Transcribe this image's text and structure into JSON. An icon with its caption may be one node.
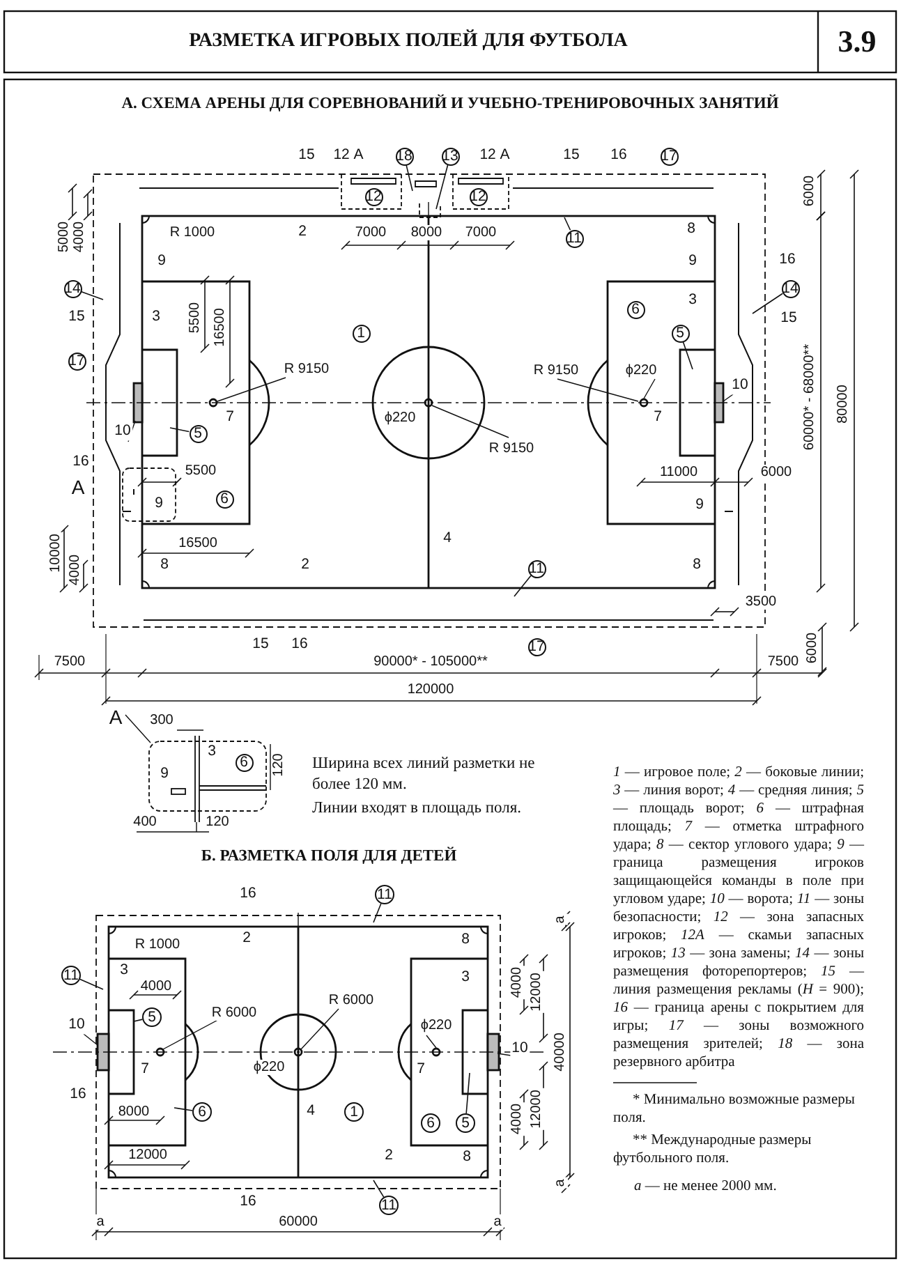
{
  "diagram": {
    "title": "РАЗМЕТКА ИГРОВЫХ ПОЛЕЙ ДЛЯ ФУТБОЛА",
    "nodes": [
      {
        "text": [
          "18"
        ]
      },
      {
        "text": [
          "13"
        ]
      },
      {
        "text": [
          "17"
        ]
      },
      {
        "text": [
          "12"
        ]
      },
      {
        "text": [
          "12"
        ]
      },
      {
        "text": [
          "11"
        ]
      },
      {
        "text": [
          "14"
        ]
      },
      {
        "text": [
          "14"
        ]
      },
      {
        "text": [
          "6"
        ]
      },
      {
        "text": [
          "1"
        ]
      },
      {
        "text": [
          "5"
        ]
      },
      {
        "text": [
          "17"
        ]
      },
      {
        "text": [
          "5"
        ]
      },
      {
        "text": [
          "6"
        ]
      },
      {
        "text": [
          "11"
        ]
      },
      {
        "text": [
          "17"
        ]
      },
      {
        "text": [
          "6"
        ]
      },
      {
        "text": [
          "11"
        ]
      },
      {
        "text": [
          "11"
        ]
      },
      {
        "text": [
          "5"
        ]
      },
      {
        "text": [
          "6"
        ]
      },
      {
        "text": [
          "1"
        ]
      },
      {
        "text": [
          "6"
        ]
      },
      {
        "text": [
          "5"
        ]
      },
      {
        "text": [
          "11"
        ]
      }
    ],
    "edges": [
      {
        "from": 0,
        "to": null,
        "arrow": "none"
      },
      {
        "from": 1,
        "to": null,
        "arrow": "none"
      },
      {
        "from": 5,
        "to": null,
        "arrow": "none"
      },
      {
        "from": 6,
        "to": null,
        "arrow": "none"
      },
      {
        "from": 7,
        "to": null,
        "arrow": "none"
      },
      {
        "from": 10,
        "to": null,
        "arrow": "none"
      },
      {
        "from": 12,
        "to": null,
        "arrow": "none"
      },
      {
        "from": 14,
        "to": null,
        "arrow": "none"
      },
      {
        "from": 17,
        "to": null,
        "arrow": "none"
      },
      {
        "from": 18,
        "to": null,
        "arrow": "none"
      },
      {
        "from": 19,
        "to": null,
        "arrow": "none"
      },
      {
        "from": 20,
        "to": null,
        "arrow": "none"
      },
      {
        "from": 23,
        "to": null,
        "arrow": "none"
      },
      {
        "from": 24,
        "to": null,
        "arrow": "none"
      }
    ],
    "labels": [
      "3.9",
      "А. СХЕМА АРЕНЫ ДЛЯ СОРЕВНОВАНИЙ И УЧЕБНО-ТРЕНИРОВОЧНЫХ ЗАНЯТИЙ",
      "15",
      "12 А",
      "12 А",
      "15",
      "16",
      "5000",
      "4000",
      "R 1000",
      "2",
      "7000",
      "8000",
      "7000",
      "6000",
      "8",
      "9",
      "9",
      "16",
      "15",
      "3",
      "5500",
      "16500",
      "3",
      "15",
      "R 9150",
      "R 9150",
      "ϕ220",
      "10",
      "7",
      "ϕ220",
      "10",
      "7",
      "R 9150",
      "5500",
      "11000",
      "6000",
      "60000* - 68000**",
      "80000",
      "16",
      "А",
      "9",
      "9",
      "10000",
      "4000",
      "16500",
      "4",
      "8",
      "2",
      "8",
      "3500",
      "15",
      "16",
      "7500",
      "90000* - 105000**",
      "7500",
      "6000",
      "120000",
      "А",
      "300",
      "3",
      "120",
      "9",
      "400",
      "120",
      "Ширина всех линий разметки не более 120 мм.",
      "Линии входят в площадь поля.",
      "*1* — игровое поле; *2* — боковые линии; *3* — линия ворот; *4* — средняя линия; *5* — площадь ворот; *6* — штрафная площадь; *7* — отметка штрафного удара; *8* — сектор углового удара; *9* — граница размещения игроков защищающейся команды в поле при угловом ударе; *10* — ворота; *11* — зоны безопасности; *12* — зона запасных игроков; *12А* — скамьи запасных игроков; *13* — зона замены; *14* — зоны размещения фоторепортеров; *15* — линия размещения рекламы (*H* = 900); *16* — граница арены с покрытием для игры; *17* — зоны возможного размещения зрителей; *18* — зона резервного арбитра",
      "* Минимально возможные размеры поля.",
      "** Международные размеры футбольного поля.",
      "*а* — не менее 2000 мм.",
      "Б. РАЗМЕТКА ПОЛЯ ДЛЯ ДЕТЕЙ",
      "16",
      "a",
      "R 1000",
      "2",
      "8",
      "3",
      "4000",
      "3",
      "4000",
      "12000",
      "40000",
      "10",
      "R 6000",
      "R 6000",
      "ϕ220",
      "10",
      "7",
      "ϕ220",
      "7",
      "16",
      "8000",
      "4",
      "4000",
      "12000",
      "12000",
      "2",
      "8",
      "a",
      "16",
      "a",
      "60000",
      "a"
    ]
  }
}
